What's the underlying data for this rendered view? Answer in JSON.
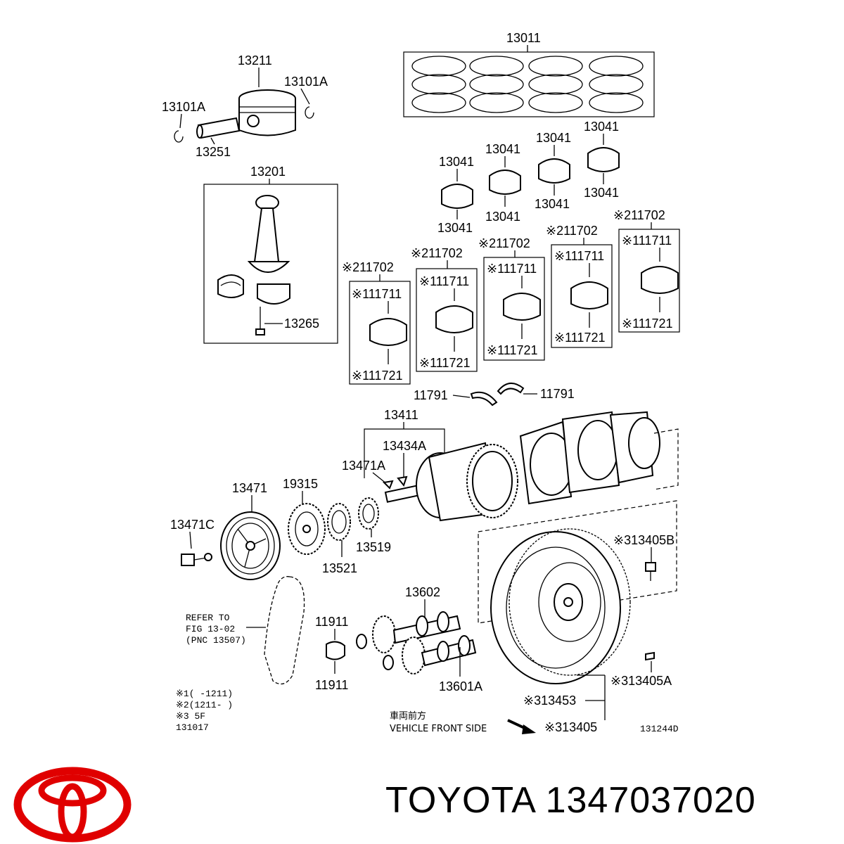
{
  "parts": {
    "p13011": "13011",
    "p13211": "13211",
    "p13101A_right": "13101A",
    "p13101A_left": "13101A",
    "p13251": "13251",
    "p13201": "13201",
    "p13265": "13265",
    "p13041_a": "13041",
    "p13041_b": "13041",
    "p13041_c": "13041",
    "p13041_d": "13041",
    "p13041_e": "13041",
    "p13041_f": "13041",
    "p13041_g": "13041",
    "p13041_h": "13041",
    "p11702_1": "※211702",
    "p11702_2": "※211702",
    "p11702_3": "※211702",
    "p11702_4": "※211702",
    "p11702_5": "※211702",
    "p11711_1": "※111711",
    "p11711_2": "※111711",
    "p11711_3": "※111711",
    "p11711_4": "※111711",
    "p11711_5": "※111711",
    "p11721_1": "※111721",
    "p11721_2": "※111721",
    "p11721_3": "※111721",
    "p11721_4": "※111721",
    "p11721_5": "※111721",
    "p11791_left": "11791",
    "p11791_right": "11791",
    "p13411": "13411",
    "p13434A": "13434A",
    "p13471A": "13471A",
    "p13471": "13471",
    "p19315": "19315",
    "p13471C": "13471C",
    "p13521": "13521",
    "p13519": "13519",
    "p13405B": "※313405B",
    "p13602": "13602",
    "p11911_top": "11911",
    "p11911_bottom": "11911",
    "p13601A": "13601A",
    "p13405A": "※313405A",
    "p13453": "※313453",
    "p13405": "※313405"
  },
  "refer": {
    "line1": "REFER TO",
    "line2": "FIG 13-02",
    "line3": "(PNC 13507)"
  },
  "notes": {
    "n1": "※1(     -1211)",
    "n2": "※2(1211-     )",
    "n3": "※3 5F",
    "code_left": "131017",
    "code_right": "131244D"
  },
  "vehicle": {
    "jp": "車両前方",
    "en": "VEHICLE FRONT SIDE"
  },
  "brand": {
    "name": "TOYOTA 1347037020",
    "logo_color": "#e00000"
  }
}
